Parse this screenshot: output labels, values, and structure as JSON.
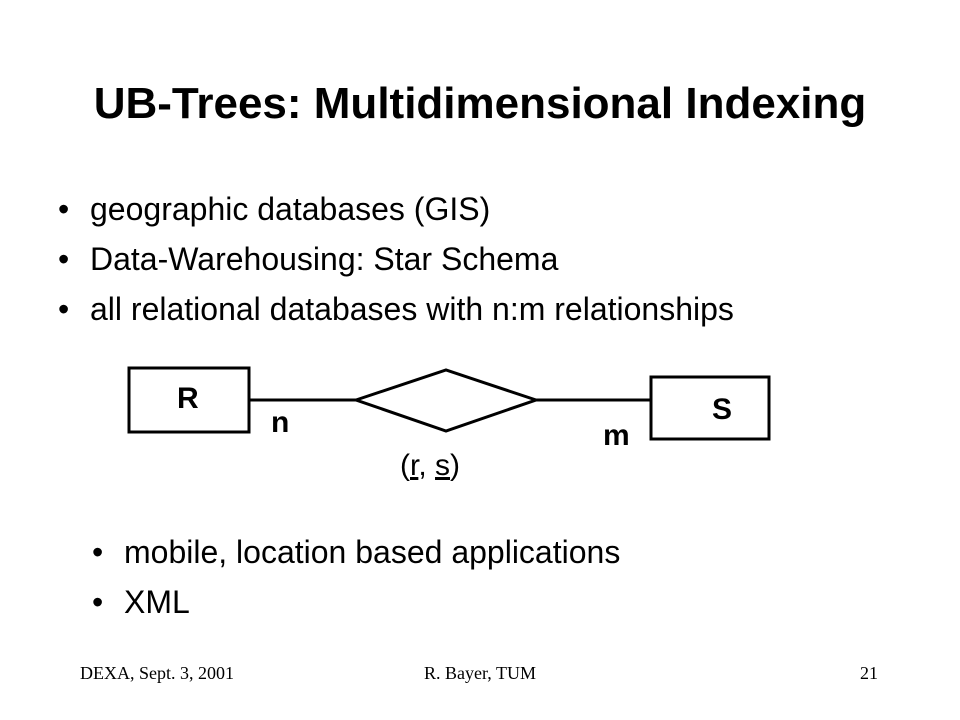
{
  "slide": {
    "title": "UB-Trees: Multidimensional Indexing",
    "bullet_symbol": "•",
    "top_bullets": [
      "geographic databases (GIS)",
      "Data-Warehousing: Star Schema",
      "all relational databases with n:m relationships"
    ],
    "bottom_bullets": [
      "mobile, location based applications",
      "XML"
    ]
  },
  "diagram": {
    "entity_left": "R",
    "entity_right": "S",
    "cardinality_left": "n",
    "cardinality_right": "m",
    "relationship_key": {
      "open": "(",
      "first": "r",
      "separator": ", ",
      "second": "s",
      "close": ")"
    }
  },
  "footer": {
    "left": "DEXA, Sept. 3, 2001",
    "center": "R. Bayer, TUM",
    "page_number": "21"
  }
}
